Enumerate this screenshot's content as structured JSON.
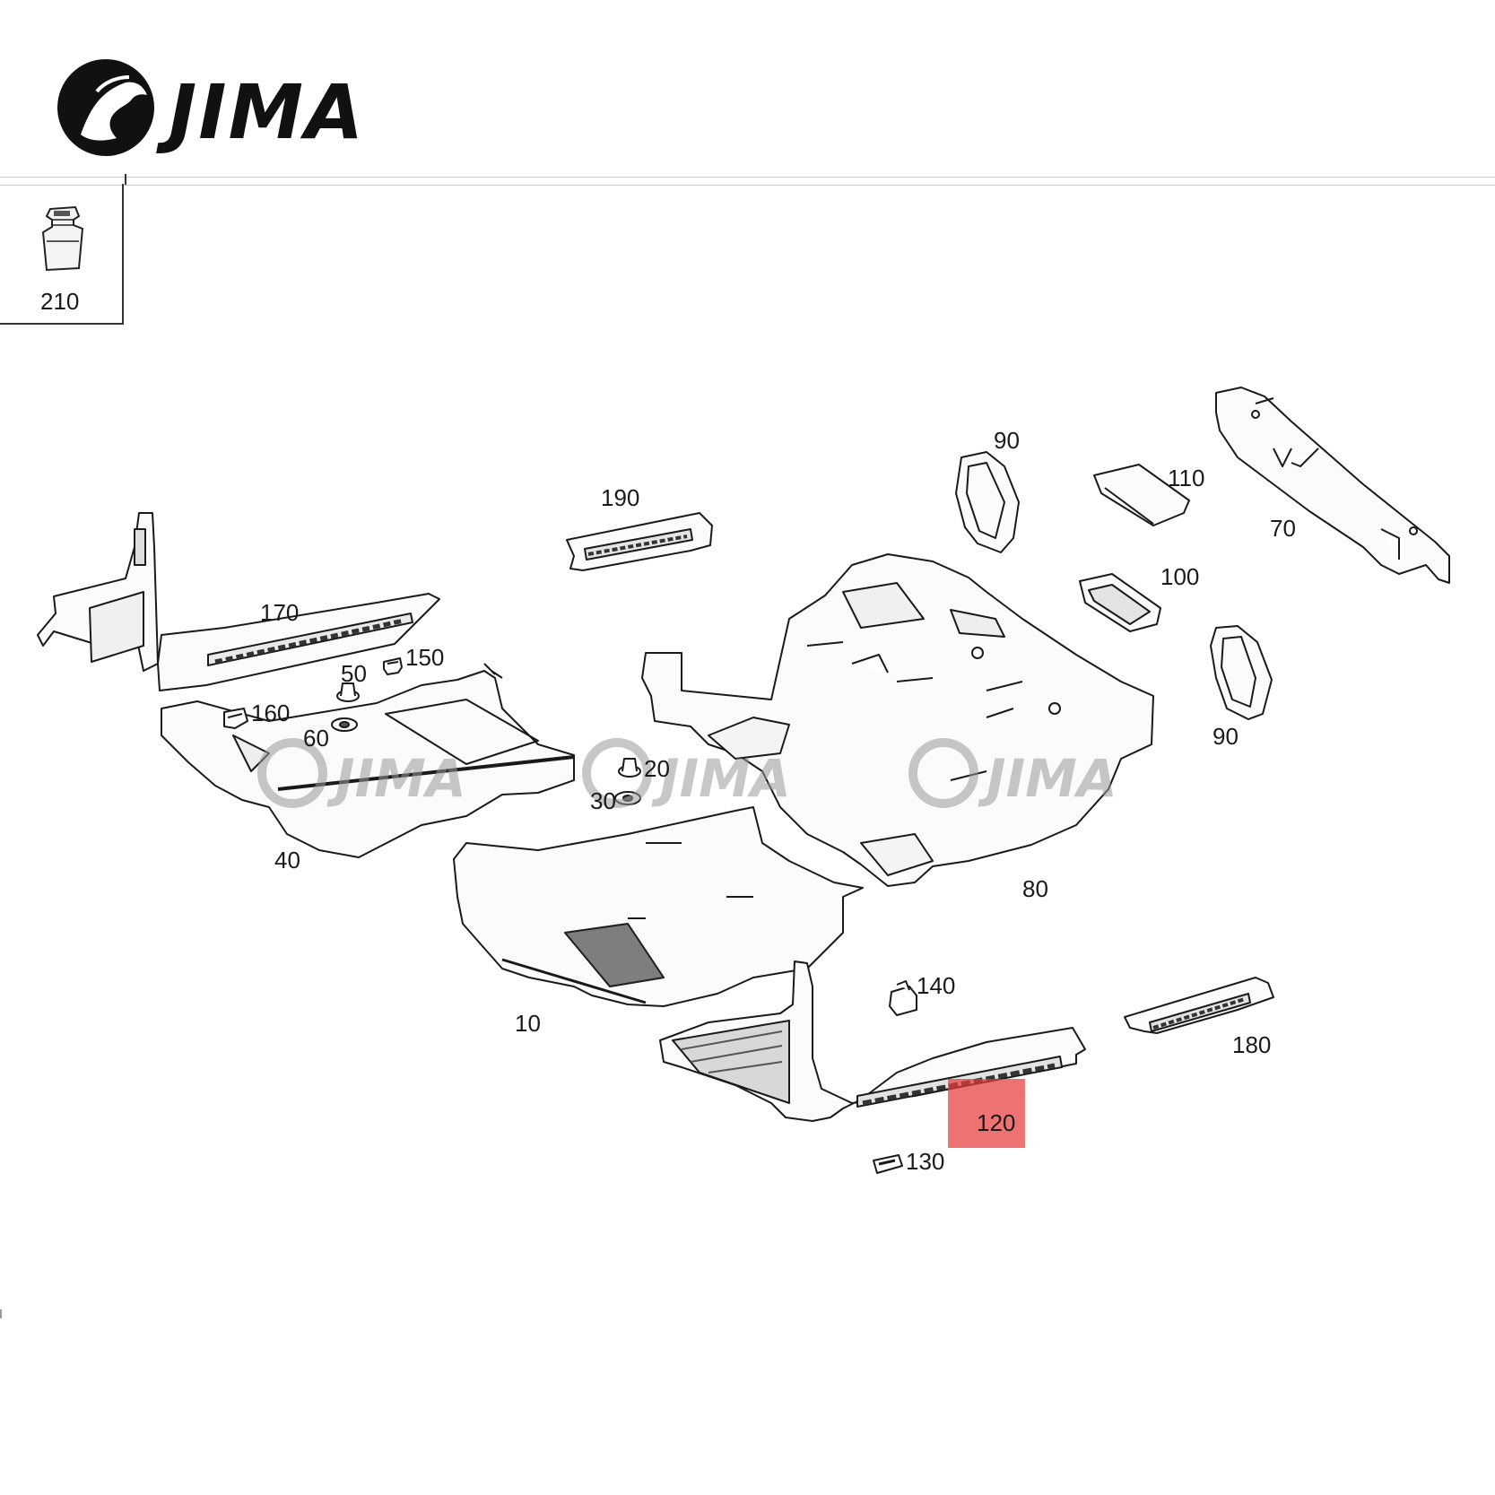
{
  "brand": {
    "name": "JIMA",
    "color": "#111111"
  },
  "watermark": {
    "text": "JIMA",
    "color": "#9a9a9a"
  },
  "highlight": {
    "label": "120",
    "color": "#e63c3c"
  },
  "inset": {
    "label": "210"
  },
  "callouts": {
    "c10": "10",
    "c20": "20",
    "c30": "30",
    "c40": "40",
    "c50": "50",
    "c60": "60",
    "c70": "70",
    "c80": "80",
    "c90a": "90",
    "c90b": "90",
    "c100": "100",
    "c110": "110",
    "c130": "130",
    "c140": "140",
    "c150": "150",
    "c160": "160",
    "c170": "170",
    "c180": "180",
    "c190": "190"
  }
}
